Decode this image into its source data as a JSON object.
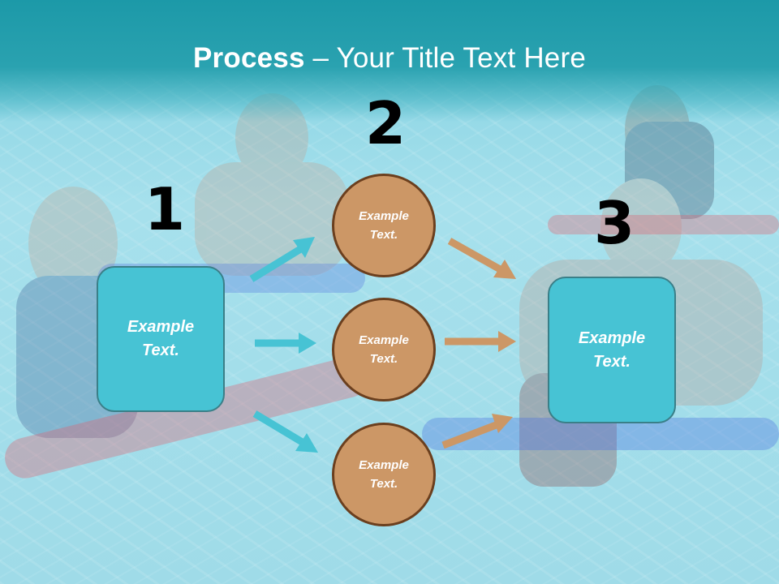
{
  "slide": {
    "title_bold": "Process",
    "title_rest": " – Your Title Text Here"
  },
  "steps": {
    "one": {
      "number": "1",
      "text": "Example\nText."
    },
    "two": {
      "number": "2"
    },
    "three": {
      "number": "3",
      "text": "Example\nText."
    }
  },
  "circles": [
    {
      "text": "Example\nText."
    },
    {
      "text": "Example\nText."
    },
    {
      "text": "Example\nText."
    }
  ],
  "colors": {
    "banner": "#1c99a8",
    "box_fill": "#47c3d4",
    "circle_fill": "#cc9766",
    "arrow_blue": "#47c3d4",
    "arrow_brown": "#cc9766"
  }
}
